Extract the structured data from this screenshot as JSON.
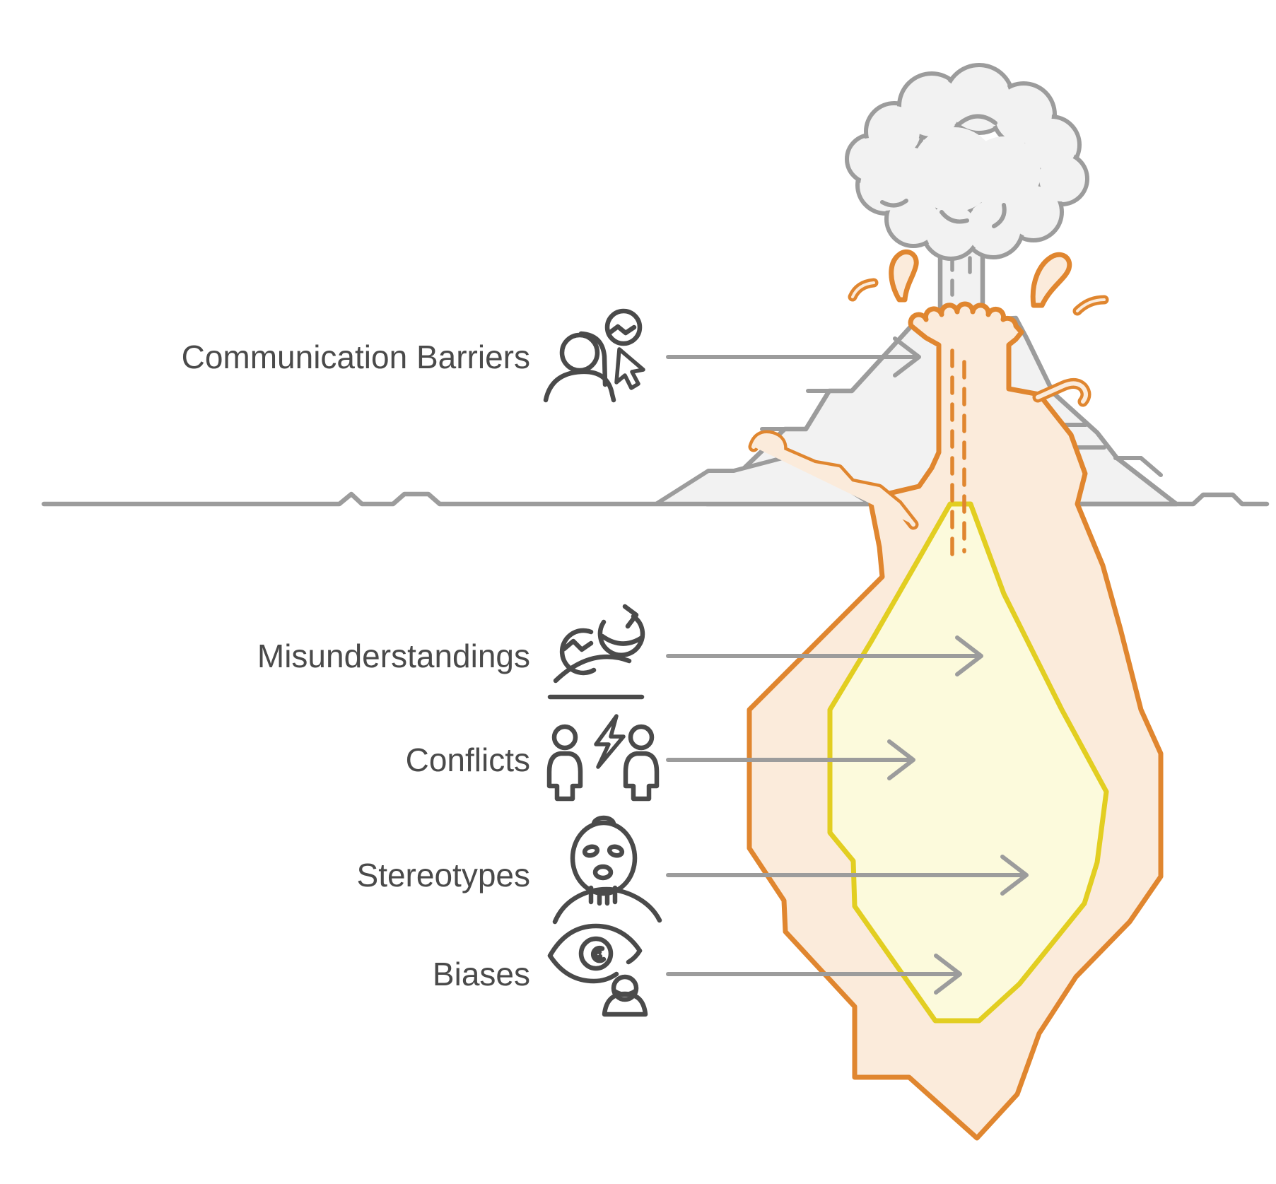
{
  "diagram": {
    "title_hidden": "",
    "metaphor": "volcano-iceberg",
    "labels": [
      {
        "text": "Communication Barriers",
        "icon": "person-with-cursor-icon",
        "zone": "above-ground"
      },
      {
        "text": "Misunderstandings",
        "icon": "head-cycle-icon",
        "zone": "below-ground"
      },
      {
        "text": "Conflicts",
        "icon": "two-people-lightning-icon",
        "zone": "below-ground"
      },
      {
        "text": "Stereotypes",
        "icon": "mask-icon",
        "zone": "below-ground"
      },
      {
        "text": "Biases",
        "icon": "eye-person-icon",
        "zone": "below-ground"
      }
    ],
    "colors": {
      "lava_orange": "#E0862F",
      "lava_fill": "#FBEBDB",
      "magma_yellow": "#E2CE21",
      "magma_fill": "#FCFADC",
      "outline_gray": "#9C9C9C",
      "surface_gray": "#F2F2F2",
      "ink": "#4A4A4A"
    }
  }
}
